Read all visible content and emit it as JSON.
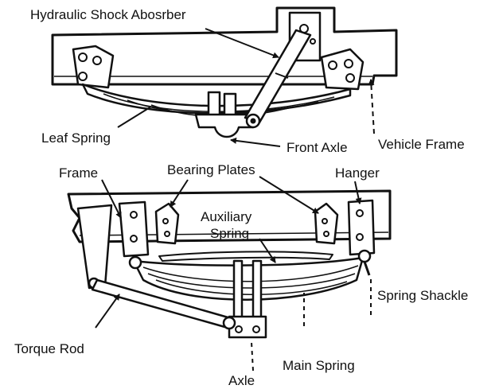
{
  "labels": {
    "shock_absorber": "Hydraulic Shock Abosrber",
    "leaf_spring": "Leaf Spring",
    "front_axle": "Front Axle",
    "vehicle_frame": "Vehicle Frame",
    "frame": "Frame",
    "bearing_plates": "Bearing Plates",
    "hanger": "Hanger",
    "auxiliary_line1": "Auxiliary",
    "auxiliary_line2": "Spring",
    "spring_shackle": "Spring Shackle",
    "torque_rod": "Torque Rod",
    "main_spring": "Main Spring",
    "axle": "Axle"
  },
  "colors": {
    "ink": "#111111",
    "background": "#ffffff"
  }
}
